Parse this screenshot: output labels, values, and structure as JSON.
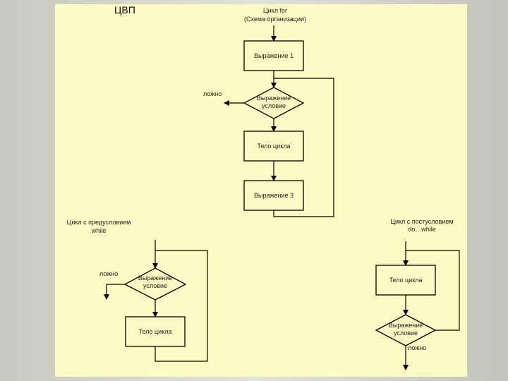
{
  "slide_title": "ЦВП",
  "for_loop": {
    "title_line1": "Цикл for",
    "title_line2": "(Схема организации)",
    "expr1": "Выражение 1",
    "cond_line1": "Выражение",
    "cond_line2": "условие",
    "false_label": "ложно",
    "body": "Тело цикла",
    "expr3": "Выражение 3"
  },
  "while_loop": {
    "title_line1": "Цикл с предусловием",
    "title_line2": "while",
    "false_label": "ложно",
    "cond_line1": "Выражение",
    "cond_line2": "условие",
    "body": "Тело цикла"
  },
  "do_while_loop": {
    "title_line1": "Цикл с постусловием",
    "title_line2": "do…while",
    "body": "Тело цикла",
    "cond_line1": "Выражение",
    "cond_line2": "условие",
    "false_label": "ложно"
  }
}
